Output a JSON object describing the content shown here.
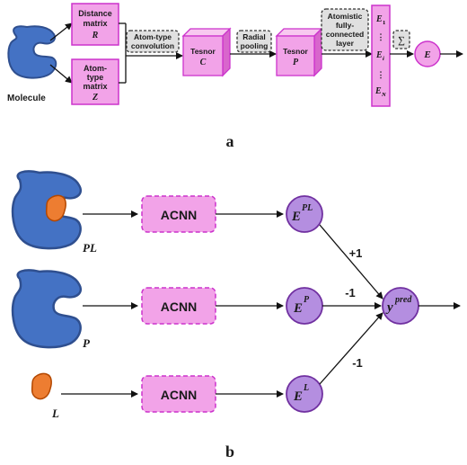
{
  "panel_a": {
    "caption": "a",
    "molecule_label": "Molecule",
    "distance_matrix": {
      "line1": "Distance",
      "line2": "matrix",
      "symbol": "R"
    },
    "atom_type_matrix": {
      "line1": "Atom-",
      "line2": "type",
      "line3": "matrix",
      "symbol": "Z"
    },
    "atom_type_convolution": {
      "line1": "Atom-type",
      "line2": "convolution"
    },
    "tensor_c": {
      "line1": "Tesnor",
      "symbol": "C"
    },
    "radial_pooling": {
      "line1": "Radial",
      "line2": "pooling"
    },
    "tensor_p": {
      "line1": "Tesnor",
      "symbol": "P"
    },
    "atomistic_layer": {
      "line1": "Atomistic",
      "line2": "fully-",
      "line3": "connected",
      "line4": "layer"
    },
    "energy_column": {
      "e1": "E",
      "e1_sub": "1",
      "dots": "⋮",
      "ei": "E",
      "ei_sub": "i",
      "en": "E",
      "en_sub": "N"
    },
    "sum_symbol": "∑",
    "output": "E"
  },
  "panel_b": {
    "caption": "b",
    "rows": [
      {
        "input_label": "PL",
        "network": "ACNN",
        "energy": "E",
        "energy_sup": "PL",
        "weight": "+1"
      },
      {
        "input_label": "P",
        "network": "ACNN",
        "energy": "E",
        "energy_sup": "P",
        "weight": "-1"
      },
      {
        "input_label": "L",
        "network": "ACNN",
        "energy": "E",
        "energy_sup": "L",
        "weight": "-1"
      }
    ],
    "output": {
      "base": "y",
      "sup": "pred"
    }
  },
  "colors": {
    "protein_blue": "#4472c4",
    "ligand_orange": "#ed7d31",
    "pink_fill": "#f2a3e8",
    "pink_border": "#cc33cc",
    "node_purple": "#b48ee0",
    "node_border": "#7030a0",
    "gray_box": "#e0e0e0"
  }
}
